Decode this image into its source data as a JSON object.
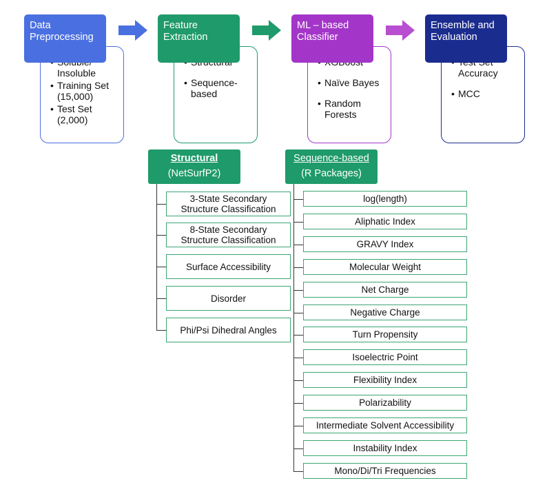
{
  "pipeline": [
    {
      "title": "Data\nPreprocessing",
      "color": "#4a6fe0",
      "border": "#4a6fe0",
      "items": [
        "Soluble/\nInsoluble",
        "Training Set\n(15,000)",
        "Test Set\n(2,000)"
      ]
    },
    {
      "title": "Feature\nExtraction",
      "color": "#1f9a6a",
      "border": "#1f9a6a",
      "items": [
        "Structural",
        "Sequence-\nbased"
      ]
    },
    {
      "title": "ML – based\nClassifier",
      "color": "#a335c9",
      "border": "#a335c9",
      "items": [
        "XGBoost",
        "Naïve Bayes",
        "Random\nForests"
      ]
    },
    {
      "title": "Ensemble and\nEvaluation",
      "color": "#1b2c8f",
      "border": "#1b2c8f",
      "items": [
        "Test Set\nAccuracy",
        "MCC"
      ]
    }
  ],
  "arrow_colors": [
    "#4a6fe0",
    "#1f9a6a",
    "#b84fd0"
  ],
  "structural": {
    "title": "Structural",
    "subtitle": "(NetSurfP2)",
    "items": [
      "3-State Secondary\nStructure Classification",
      "8-State Secondary\nStructure Classification",
      "Surface Accessibility",
      "Disorder",
      "Phi/Psi Dihedral Angles"
    ]
  },
  "sequence": {
    "title": "Sequence-based",
    "subtitle": "(R Packages)",
    "items": [
      "log(length)",
      "Aliphatic Index",
      "GRAVY Index",
      "Molecular Weight",
      "Net Charge",
      "Negative Charge",
      "Turn Propensity",
      "Isoelectric Point",
      "Flexibility Index",
      "Polarizability",
      "Intermediate Solvent Accessibility",
      "Instability Index",
      "Mono/Di/Tri Frequencies"
    ]
  },
  "colors": {
    "feature_green": "#1f9a6a",
    "feature_border": "#3aa574"
  }
}
